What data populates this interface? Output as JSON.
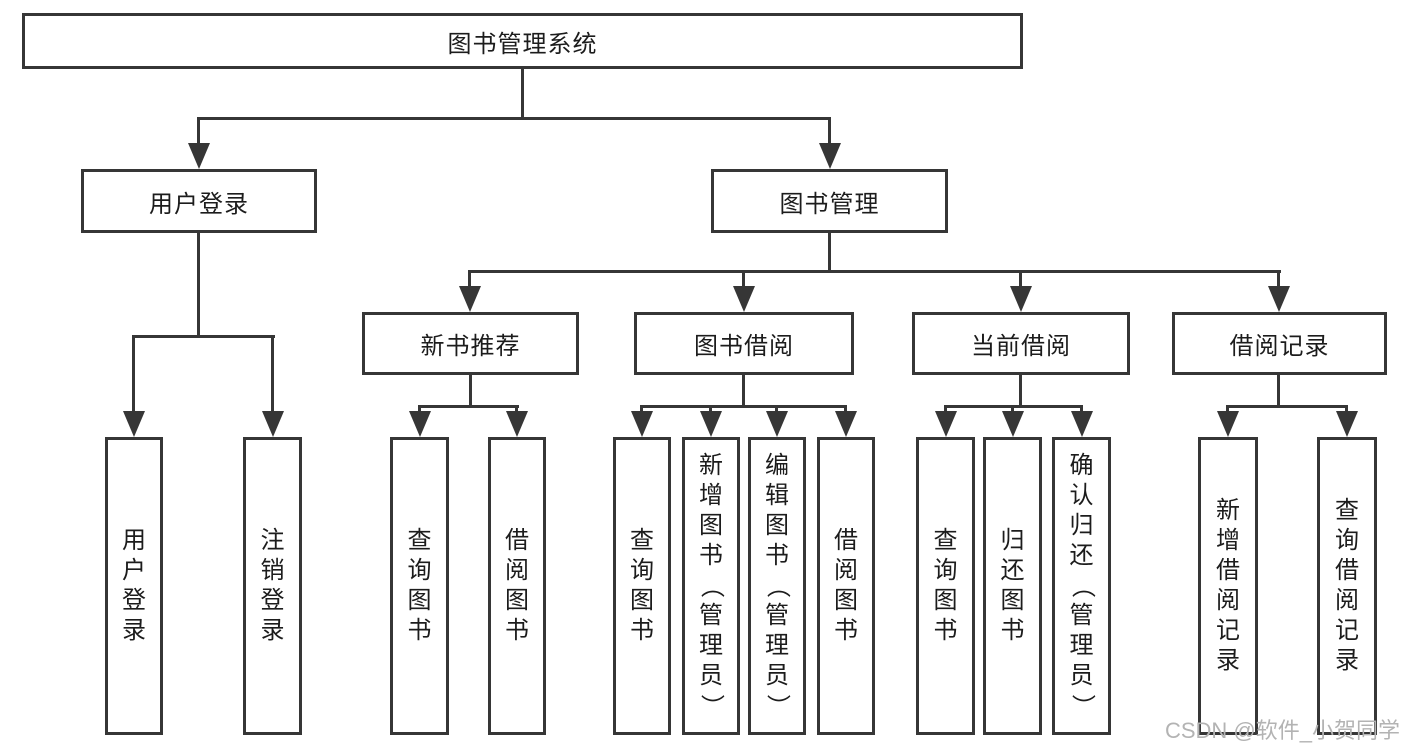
{
  "root": {
    "label": "图书管理系统"
  },
  "modules": {
    "user_login": {
      "label": "用户登录"
    },
    "book_management": {
      "label": "图书管理"
    }
  },
  "submodules": {
    "new_book": {
      "label": "新书推荐"
    },
    "book_borrow": {
      "label": "图书借阅"
    },
    "current_borrow": {
      "label": "当前借阅"
    },
    "borrow_record": {
      "label": "借阅记录"
    }
  },
  "leaves": {
    "user_login": [
      "用户登录",
      "注销登录"
    ],
    "new_book": [
      "查询图书",
      "借阅图书"
    ],
    "book_borrow": [
      "查询图书",
      "新增图书（管理员）",
      "编辑图书（管理员）",
      "借阅图书"
    ],
    "current_borrow": [
      "查询图书",
      "归还图书",
      "确认归还（管理员）"
    ],
    "borrow_record": [
      "新增借阅记录",
      "查询借阅记录"
    ]
  },
  "watermark": {
    "text": "CSDN @软件_小贺同学"
  },
  "colors": {
    "line": "#363636",
    "text": "#1c1c1c",
    "watermark": "#b3b3b3",
    "background": "#ffffff"
  }
}
